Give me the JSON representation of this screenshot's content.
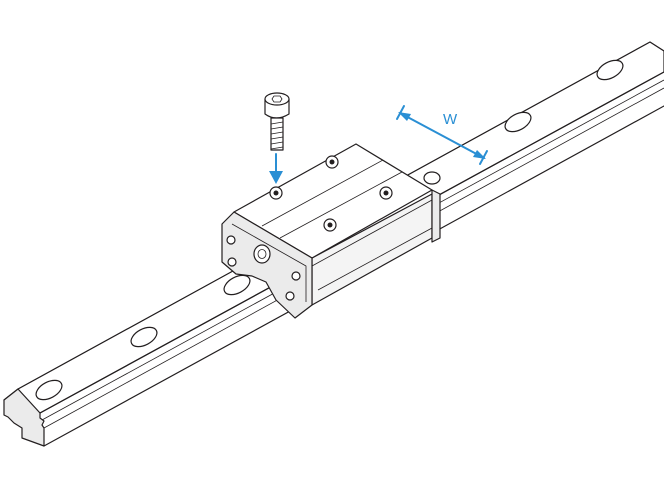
{
  "dimension": {
    "label": "W"
  },
  "colors": {
    "line": "#231f20",
    "accent": "#2a8fd4",
    "background": "#ffffff"
  },
  "components": {
    "rail": "guide-rail",
    "carriage": "carriage-block",
    "screw": "cap-screw"
  }
}
